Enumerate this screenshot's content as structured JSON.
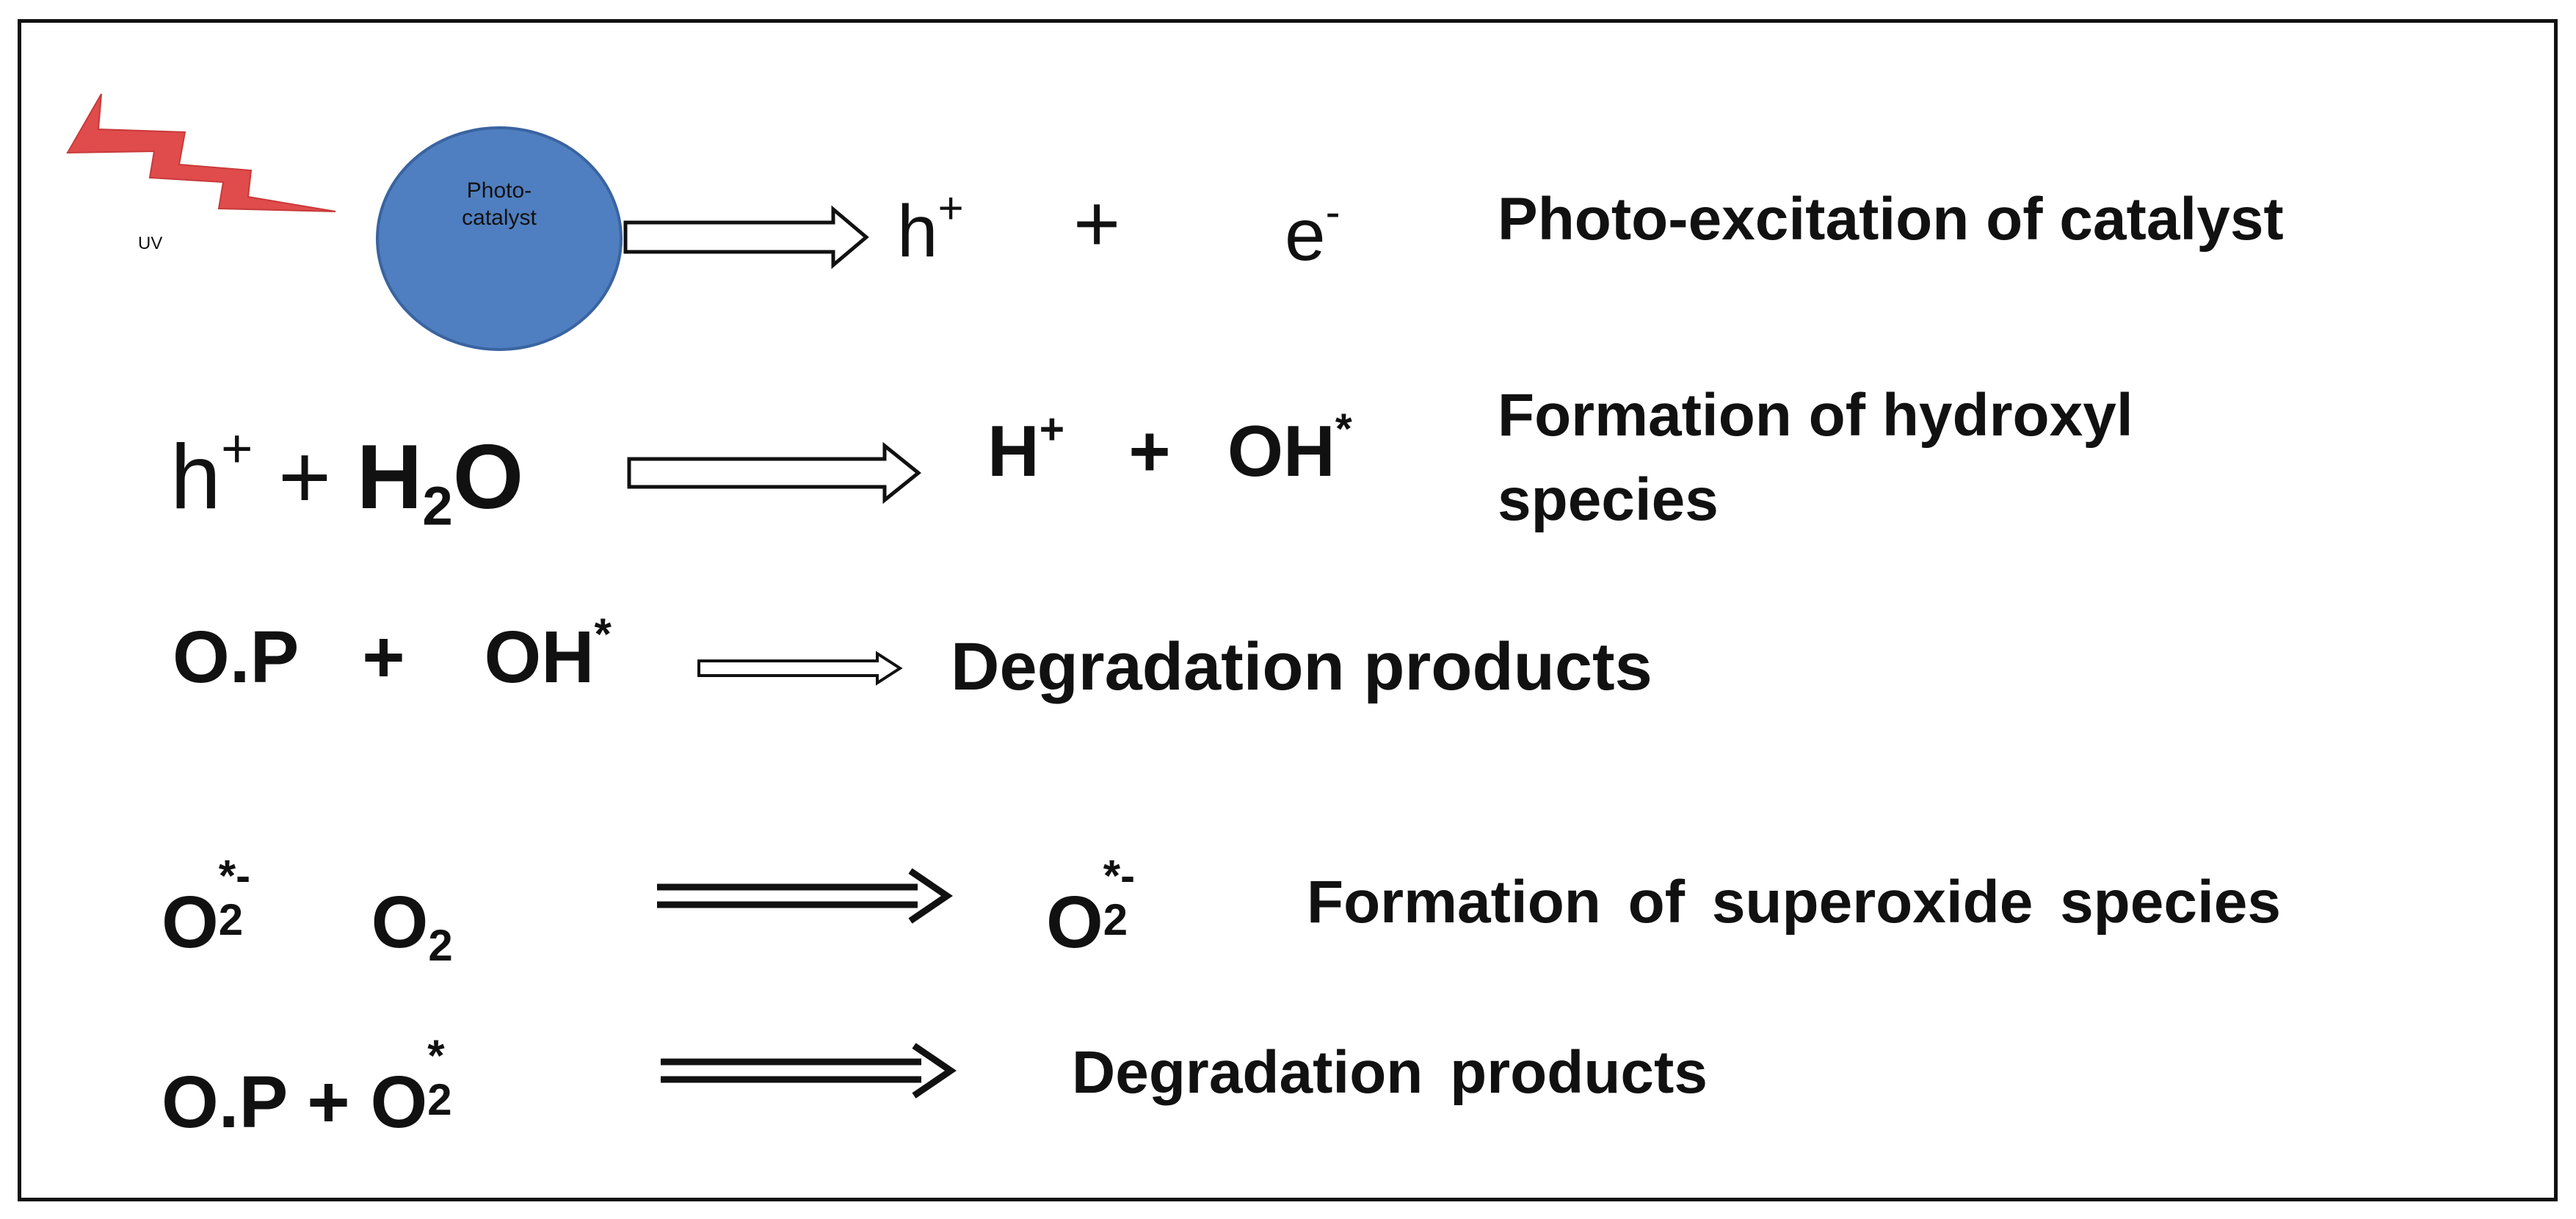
{
  "uv_label": "UV",
  "catalyst_label_line1": "Photo-",
  "catalyst_label_line2": "catalyst",
  "colors": {
    "lightning": "#e04b4b",
    "catalyst_fill": "#4f7fc0",
    "catalyst_stroke": "#3a64a0",
    "arrow": "#111111"
  },
  "icons": [
    "uv-lightning-icon",
    "hollow-arrow-icon",
    "solid-double-arrow-icon"
  ],
  "row1": {
    "hole": "h",
    "hole_charge": "+",
    "plus": "+",
    "electron": "e",
    "electron_charge": "-",
    "description": "Photo-excitation of catalyst"
  },
  "row2": {
    "hole": "h",
    "hole_charge": "+",
    "plus1": "+",
    "water_a": "H",
    "water_sub": "2",
    "water_b": "O",
    "proton": "H",
    "proton_charge": "+",
    "plus2": "+",
    "hydroxyl": "OH",
    "hydroxyl_mark": "*",
    "description_line1": "Formation of hydroxyl",
    "description_line2": "species"
  },
  "row3": {
    "pollutant": "O.P",
    "plus": "+",
    "hydroxyl": "OH",
    "hydroxyl_mark": "*",
    "description": "Degradation products"
  },
  "row4": {
    "superoxide": "O",
    "superoxide_sub": "2",
    "superoxide_mark": "*-",
    "oxygen": "O",
    "oxygen_sub": "2",
    "product": "O",
    "product_sub": "2",
    "product_mark": "*-",
    "description": "Formation of superoxide species"
  },
  "row5": {
    "pollutant": "O.P",
    "plus": "+",
    "superoxide": "O",
    "superoxide_sub": "2",
    "superoxide_mark": "*",
    "description": "Degradation products"
  }
}
